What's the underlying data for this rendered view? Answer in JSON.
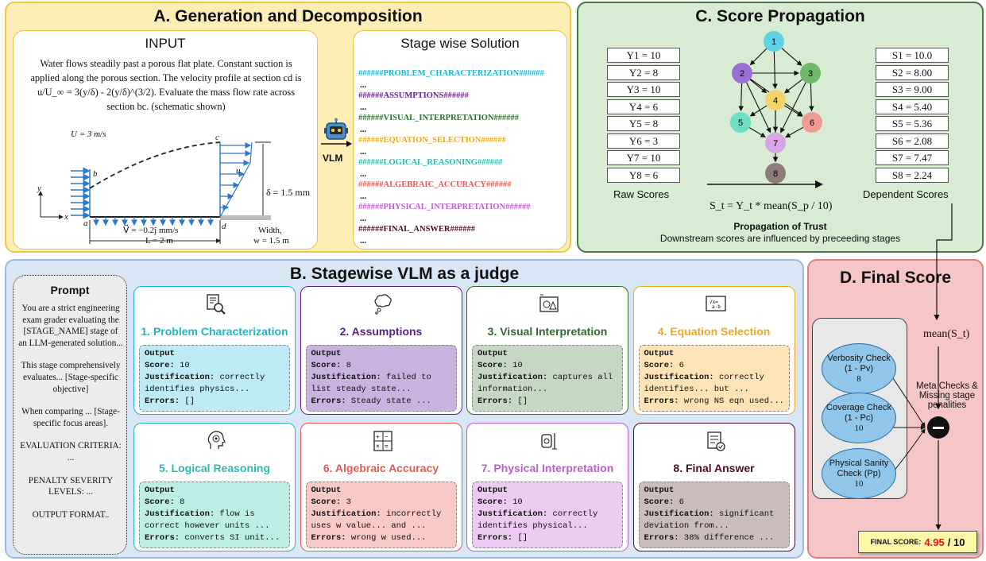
{
  "panel_a": {
    "title": "A. Generation and Decomposition",
    "input_title": "INPUT",
    "problem": "Water flows steadily past a porous flat plate. Constant suction is applied along the porous section. The velocity profile at section cd is u/U_∞ = 3(y/δ) - 2(y/δ)^(3/2). Evaluate the mass flow rate across section bc. (schematic shown)",
    "schematic": {
      "u_label": "U = 3 m/s",
      "b": "b",
      "c": "c",
      "a": "a",
      "d": "d",
      "y": "y",
      "x": "x",
      "u": "u",
      "delta": "δ = 1.5 mm",
      "v_label": "V⃗ = −0.2ĵ mm/s",
      "L": "L = 2 m",
      "width": "Width,",
      "w": "w = 1.5 m"
    },
    "vlm_label": "VLM",
    "solution_title": "Stage wise Solution",
    "stages": [
      {
        "text": "######PROBLEM_CHARACTERIZATION######",
        "color": "#19b6d1"
      },
      {
        "text": "######ASSUMPTIONS######",
        "color": "#6a1f9a"
      },
      {
        "text": "######VISUAL_INTERPRETATION######",
        "color": "#2f6b2f"
      },
      {
        "text": "######EQUATION_SELECTION######",
        "color": "#f0a81e"
      },
      {
        "text": "######LOGICAL_REASONING######",
        "color": "#2bbbb0"
      },
      {
        "text": "######ALGEBRAIC_ACCURACY######",
        "color": "#e65a52"
      },
      {
        "text": "######PHYSICAL_INTERPRETATION######",
        "color": "#c05bd0"
      },
      {
        "text": "######FINAL_ANSWER######",
        "color": "#4a0d2a"
      }
    ],
    "ellipsis": "..."
  },
  "panel_c": {
    "title": "C. Score Propagation",
    "raw_scores": [
      "Y1 = 10",
      "Y2 = 8",
      "Y3 = 10",
      "Y4 = 6",
      "Y5 = 8",
      "Y6 = 3",
      "Y7 = 10",
      "Y8 = 6"
    ],
    "raw_label": "Raw Scores",
    "dep_scores": [
      "S1 = 10.0",
      "S2 = 8.00",
      "S3 = 9.00",
      "S4 = 5.40",
      "S5 = 5.36",
      "S6 = 2.08",
      "S7 = 7.47",
      "S8 = 2.24"
    ],
    "dep_label": "Dependent Scores",
    "formula": "S_t = Y_t * mean(S_p / 10)",
    "prop_title": "Propagation of Trust",
    "prop_sub": "Downstream scores are influenced by preceeding stages",
    "nodes": [
      {
        "label": "1",
        "color": "#5fd3e6"
      },
      {
        "label": "2",
        "color": "#9b6fd1"
      },
      {
        "label": "3",
        "color": "#6fb86c"
      },
      {
        "label": "4",
        "color": "#f2d46a"
      },
      {
        "label": "5",
        "color": "#6fdcc6"
      },
      {
        "label": "6",
        "color": "#f09a94"
      },
      {
        "label": "7",
        "color": "#d8a6e6"
      },
      {
        "label": "8",
        "color": "#8e7b7b"
      }
    ]
  },
  "panel_b": {
    "title": "B. Stagewise VLM as a judge",
    "prompt_title": "Prompt",
    "prompt_paras": [
      "You are a strict engineering exam grader evaluating the [STAGE_NAME] stage of an LLM-generated solution...",
      "This stage comprehensively evaluates... [Stage-specific objective]",
      "When comparing ... [Stage-specific focus areas].",
      "EVALUATION CRITERIA: ...",
      "PENALTY SEVERITY LEVELS: ...",
      "OUTPUT FORMAT.."
    ],
    "output_label": "Output",
    "score_key": "Score:",
    "justification_key": "Justification:",
    "errors_key": "Errors:",
    "cards": [
      {
        "title": "1. Problem Characterization",
        "color": "#19b6d1",
        "bg": "#bdeaf5",
        "icon": "document-search-icon",
        "score": "10",
        "just": "correctly identifies physics...",
        "errors": "[]"
      },
      {
        "title": "2. Assumptions",
        "color": "#5a1f8a",
        "bg": "#c9b3de",
        "icon": "thought-bubble-icon",
        "score": "8",
        "just": "failed to list steady state...",
        "errors": "Steady state ..."
      },
      {
        "title": "3. Visual Interpretation",
        "color": "#2f6b2f",
        "bg": "#c6d8c4",
        "icon": "image-analysis-icon",
        "score": "10",
        "just": "captures all information...",
        "errors": "[]"
      },
      {
        "title": "4. Equation Selection",
        "color": "#f0a81e",
        "bg": "#fde3b5",
        "icon": "equation-board-icon",
        "score": "6",
        "just": "correctly identifies... but ...",
        "errors": "wrong NS eqn used..."
      },
      {
        "title": "5. Logical Reasoning",
        "color": "#2bbbb0",
        "bg": "#bdeee6",
        "icon": "brain-gear-icon",
        "score": "8",
        "just": "flow  is correct however units ...",
        "errors": "converts SI unit..."
      },
      {
        "title": "6. Algebraic Accuracy",
        "color": "#e65a52",
        "bg": "#f8c9c5",
        "icon": "calculator-icon",
        "score": "3",
        "just": "incorrectly uses w value... and ...",
        "errors": "wrong w used..."
      },
      {
        "title": "7. Physical Interpretation",
        "color": "#c05bd0",
        "bg": "#eccaf2",
        "icon": "physics-lab-icon",
        "score": "10",
        "just": "correctly identifies physical...",
        "errors": "[]"
      },
      {
        "title": "8. Final Answer",
        "color": "#4a0d2a",
        "bg": "#cbbcbc",
        "icon": "checklist-icon",
        "score": "6",
        "just": "significant deviation from...",
        "errors": "38% difference ..."
      }
    ]
  },
  "panel_d": {
    "title": "D. Final Score",
    "mean_label": "mean(S_t)",
    "checks": [
      {
        "name": "Verbosity Check",
        "sub": "(1 - Pv)",
        "value": "8"
      },
      {
        "name": "Coverage Check",
        "sub": "(1 - Pc)",
        "value": "10"
      },
      {
        "name": "Physical Sanity Check (Pp)",
        "sub": "",
        "value": "10"
      }
    ],
    "meta_label": "Meta Checks & Missing stage penalities",
    "final_label": "FINAL SCORE:",
    "final_value": "4.95",
    "final_total": "/ 10"
  }
}
